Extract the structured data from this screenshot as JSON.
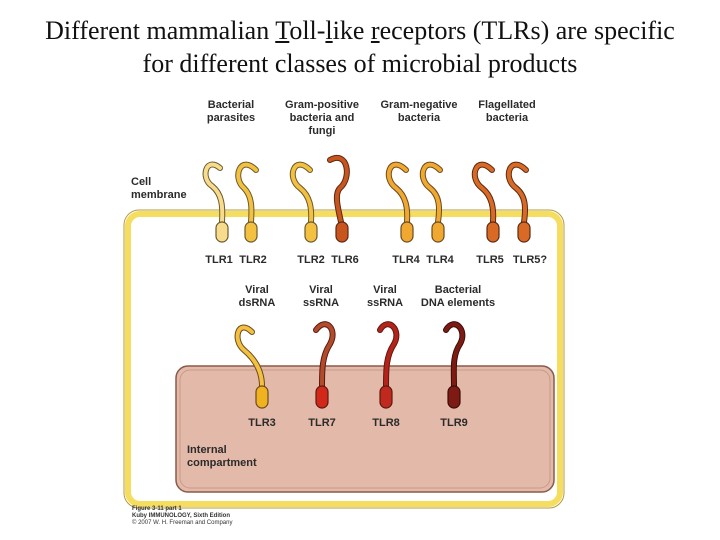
{
  "title": {
    "line1_parts": [
      "Different mammalian ",
      "T",
      "oll-",
      "l",
      "ike ",
      "r",
      "eceptors (TLRs) are specific"
    ],
    "line2": "for different classes of microbial products"
  },
  "pathogens": {
    "bacterial_parasites": "Bacterial\nparasites",
    "gram_positive": "Gram-positive\nbacteria and\nfungi",
    "gram_negative": "Gram-negative\nbacteria",
    "flagellated": "Flagellated\nbacteria"
  },
  "cell_membrane_label": "Cell\nmembrane",
  "surface_receptors": [
    "TLR1",
    "TLR2",
    "TLR2",
    "TLR6",
    "TLR4",
    "TLR4",
    "TLR5",
    "TLR5?"
  ],
  "ligands": {
    "viral_dsrna": "Viral\ndsRNA",
    "viral_ssrna_1": "Viral\nssRNA",
    "viral_ssrna_2": "Viral\nssRNA",
    "bacterial_dna": "Bacterial\nDNA elements"
  },
  "internal_receptors": [
    "TLR3",
    "TLR7",
    "TLR8",
    "TLR9"
  ],
  "internal_compartment_label": "Internal\ncompartment",
  "caption": {
    "line1": "Figure 3-11 part 1",
    "line2": "Kuby IMMUNOLOGY, Sixth Edition",
    "line3": "© 2007 W. H. Freeman and Company"
  },
  "colors": {
    "membrane": "#f5dd5f",
    "compartment_fill": "#e3b9a9",
    "pale_yellow": "#f6dc8c",
    "yellow": "#f3c13f",
    "gold": "#f0a830",
    "orange": "#e06d24",
    "rust": "#c8541e",
    "deep_orange": "#d96a26",
    "brown_red": "#b24a2c",
    "red": "#d2281a",
    "crimson": "#b5221a",
    "maroon": "#7d1a14"
  }
}
